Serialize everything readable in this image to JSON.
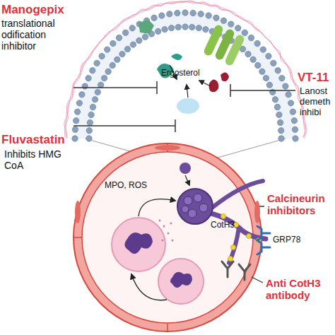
{
  "diagram": {
    "labels": [
      "Manogepix",
      "translational odification inhibitor",
      "Ergosterol",
      "VT-11",
      "Lanost demeth inhibi",
      "Fluvastatin",
      "Inhibits HMG CoA",
      "MPO, ROS",
      "Calcineurin inhibitors",
      "CotH3",
      "GRP78",
      "Anti CotH3 antibody"
    ]
  }
}
